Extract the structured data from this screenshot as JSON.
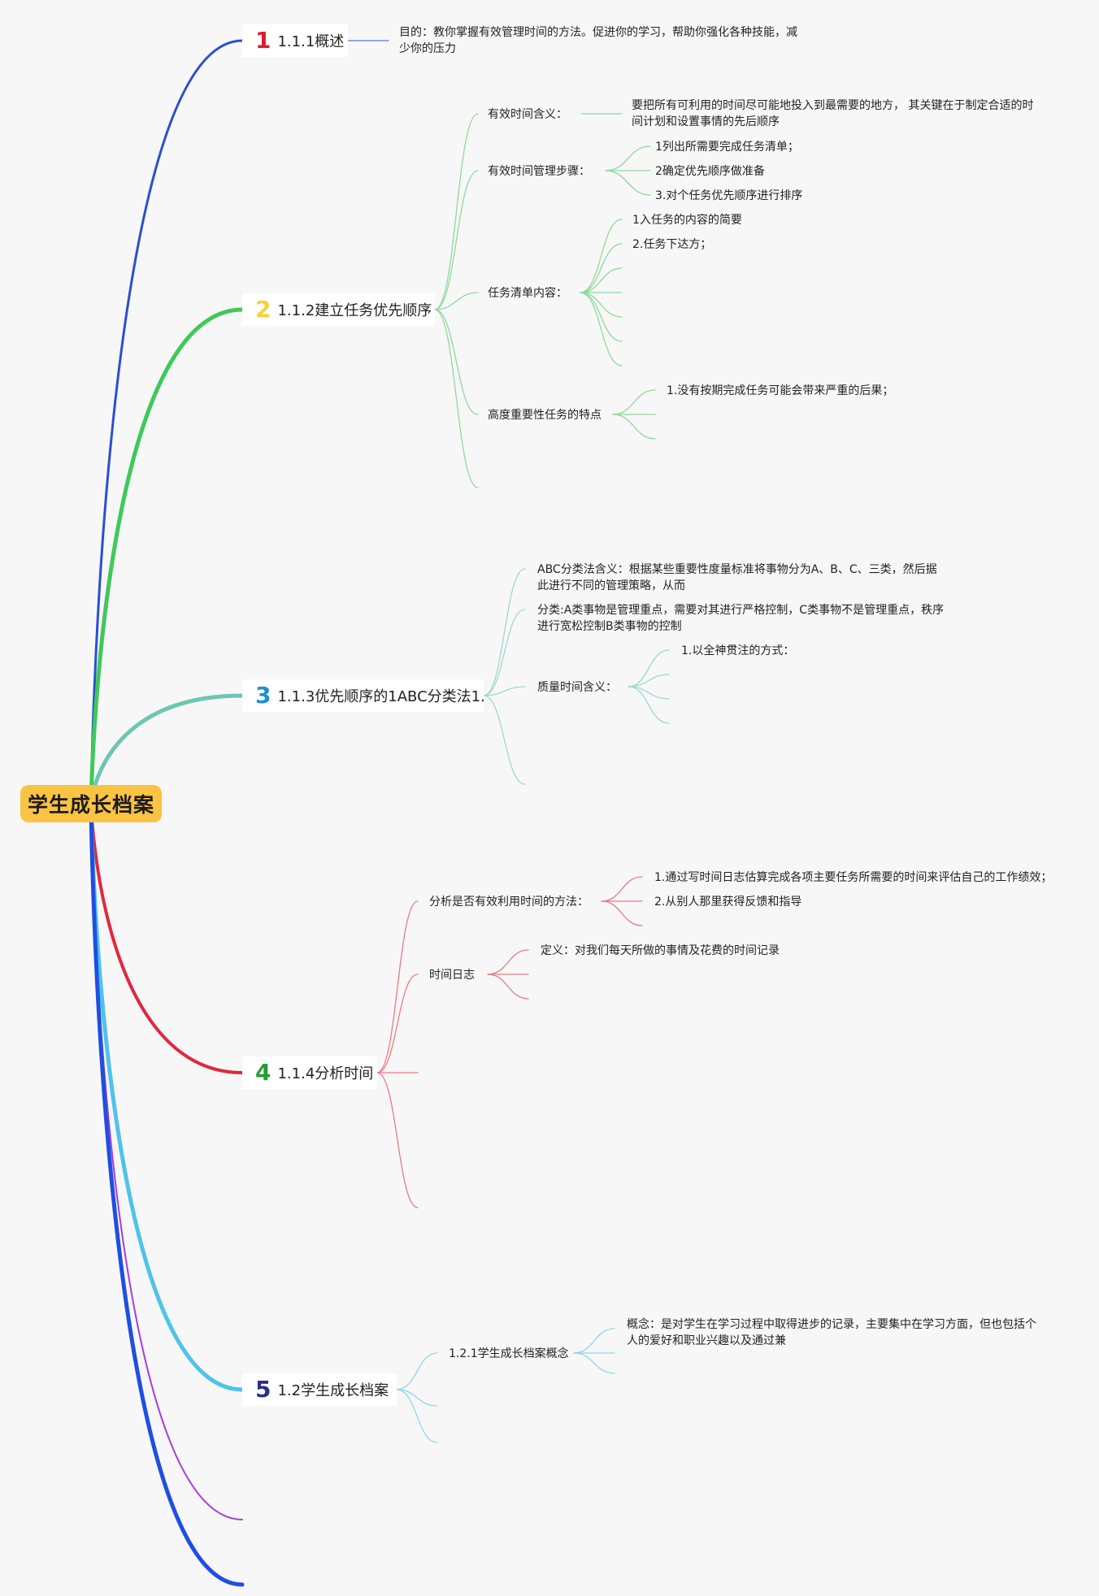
{
  "root": {
    "label": "学生成长档案"
  },
  "branches": [
    {
      "num": "1",
      "label": "1.1.1概述",
      "num_color": "#d81e2d",
      "line_color": "#2b4fd1"
    },
    {
      "num": "2",
      "label": "1.1.2建立任务优先顺序",
      "num_color": "#f5d33a",
      "line_color": "#3ec95a"
    },
    {
      "num": "3",
      "label": "1.1.3优先顺序的1ABC分类法1.",
      "num_color": "#1e8fd0",
      "line_color": "#6cc7b2"
    },
    {
      "num": "4",
      "label": "1.1.4分析时间",
      "num_color": "#2a9a3a",
      "line_color": "#e0283e"
    },
    {
      "num": "5",
      "label": "1.2学生成长档案",
      "num_color": "#2a2f8a",
      "line_color": "#4fc3ea"
    }
  ],
  "b1": {
    "purpose": "目的：教你掌握有效管理时间的方法。促进你的学习，帮助你强化各种技能，减少你的压力"
  },
  "b2": {
    "meaning_label": "有效时间含义：",
    "meaning_text": "要把所有可利用的时间尽可能地投入到最需要的地方，  其关键在于制定合适的时间计划和设置事情的先后顺序",
    "steps_label": "有效时间管理步骤：",
    "steps": [
      "1列出所需要完成任务清单；",
      "2确定优先顺序做准备",
      "3.对个任务优先顺序进行排序"
    ],
    "list_label": "任务清单内容：",
    "list_items": [
      "1入任务的内容的简要",
      "2.任务下达方；"
    ],
    "importance_label": "高度重要性任务的特点",
    "importance_items": [
      "1.没有按期完成任务可能会带来严重的后果；"
    ]
  },
  "b3": {
    "abc_meaning": "ABC分类法含义：根据某些重要性度量标准将事物分为A、B、C、三类，然后据此进行不同的管理策略，从而",
    "classification": "分类:A类事物是管理重点，需要对其进行严格控制，C类事物不是管理重点，秩序进行宽松控制B类事物的控制",
    "quality_label": "质量时间含义：",
    "quality_items": [
      "1.以全神贯注的方式："
    ]
  },
  "b4": {
    "analysis_label": "分析是否有效利用时间的方法：",
    "analysis_items": [
      "1.通过写时间日志估算完成各项主要任务所需要的时间来评估自己的工作绩效；",
      "2.从别人那里获得反馈和指导"
    ],
    "log_label": "时间日志",
    "log_definition": "定义：对我们每天所做的事情及花费的时间记录"
  },
  "b5": {
    "concept_label": "1.2.1学生成长档案概念",
    "concept_text": "概念：是对学生在学习过程中取得进步的记录，主要集中在学习方面，但也包括个人的爱好和职业兴趣以及通过兼"
  },
  "colors": {
    "blue": "#2b4fd1",
    "green": "#3ec95a",
    "teal": "#6cc7b2",
    "red": "#e0283e",
    "cyan": "#4fc3ea",
    "purple": "#a33ee0",
    "deep_blue": "#1f4fe0",
    "light_green": "#8fd99b",
    "light_teal": "#9ed8c9",
    "light_red": "#ea7a86",
    "light_cyan": "#8fd6ef"
  }
}
